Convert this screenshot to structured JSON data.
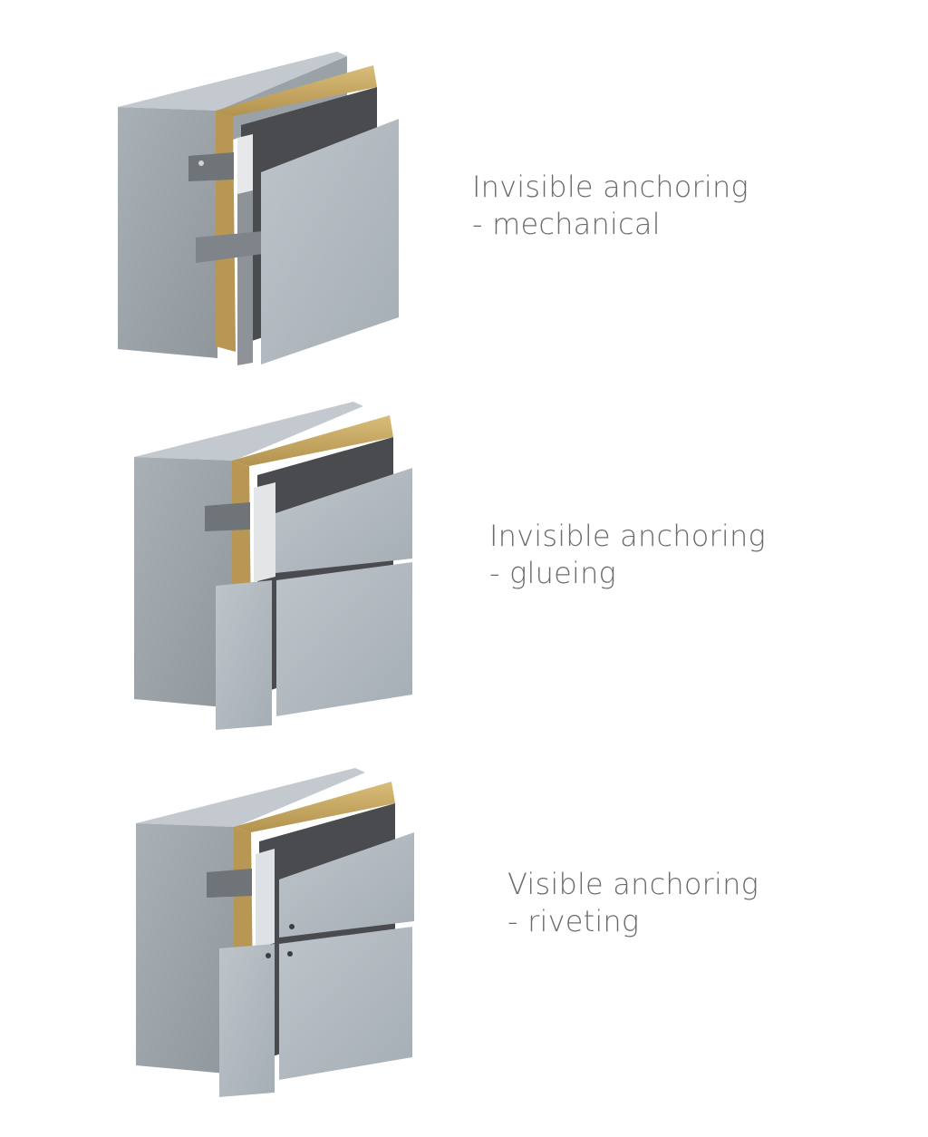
{
  "colors": {
    "concrete": "#a3aab0",
    "insulation": "#c9a862",
    "membrane": "#4a4b4e",
    "panel": "#b4bcc3",
    "text": "#6b6b6b"
  },
  "items": [
    {
      "title": "Invisible anchoring",
      "subtitle": "- mechanical"
    },
    {
      "title": "Invisible anchoring",
      "subtitle": "- glueing"
    },
    {
      "title": "Visible anchoring",
      "subtitle": "- riveting"
    }
  ]
}
